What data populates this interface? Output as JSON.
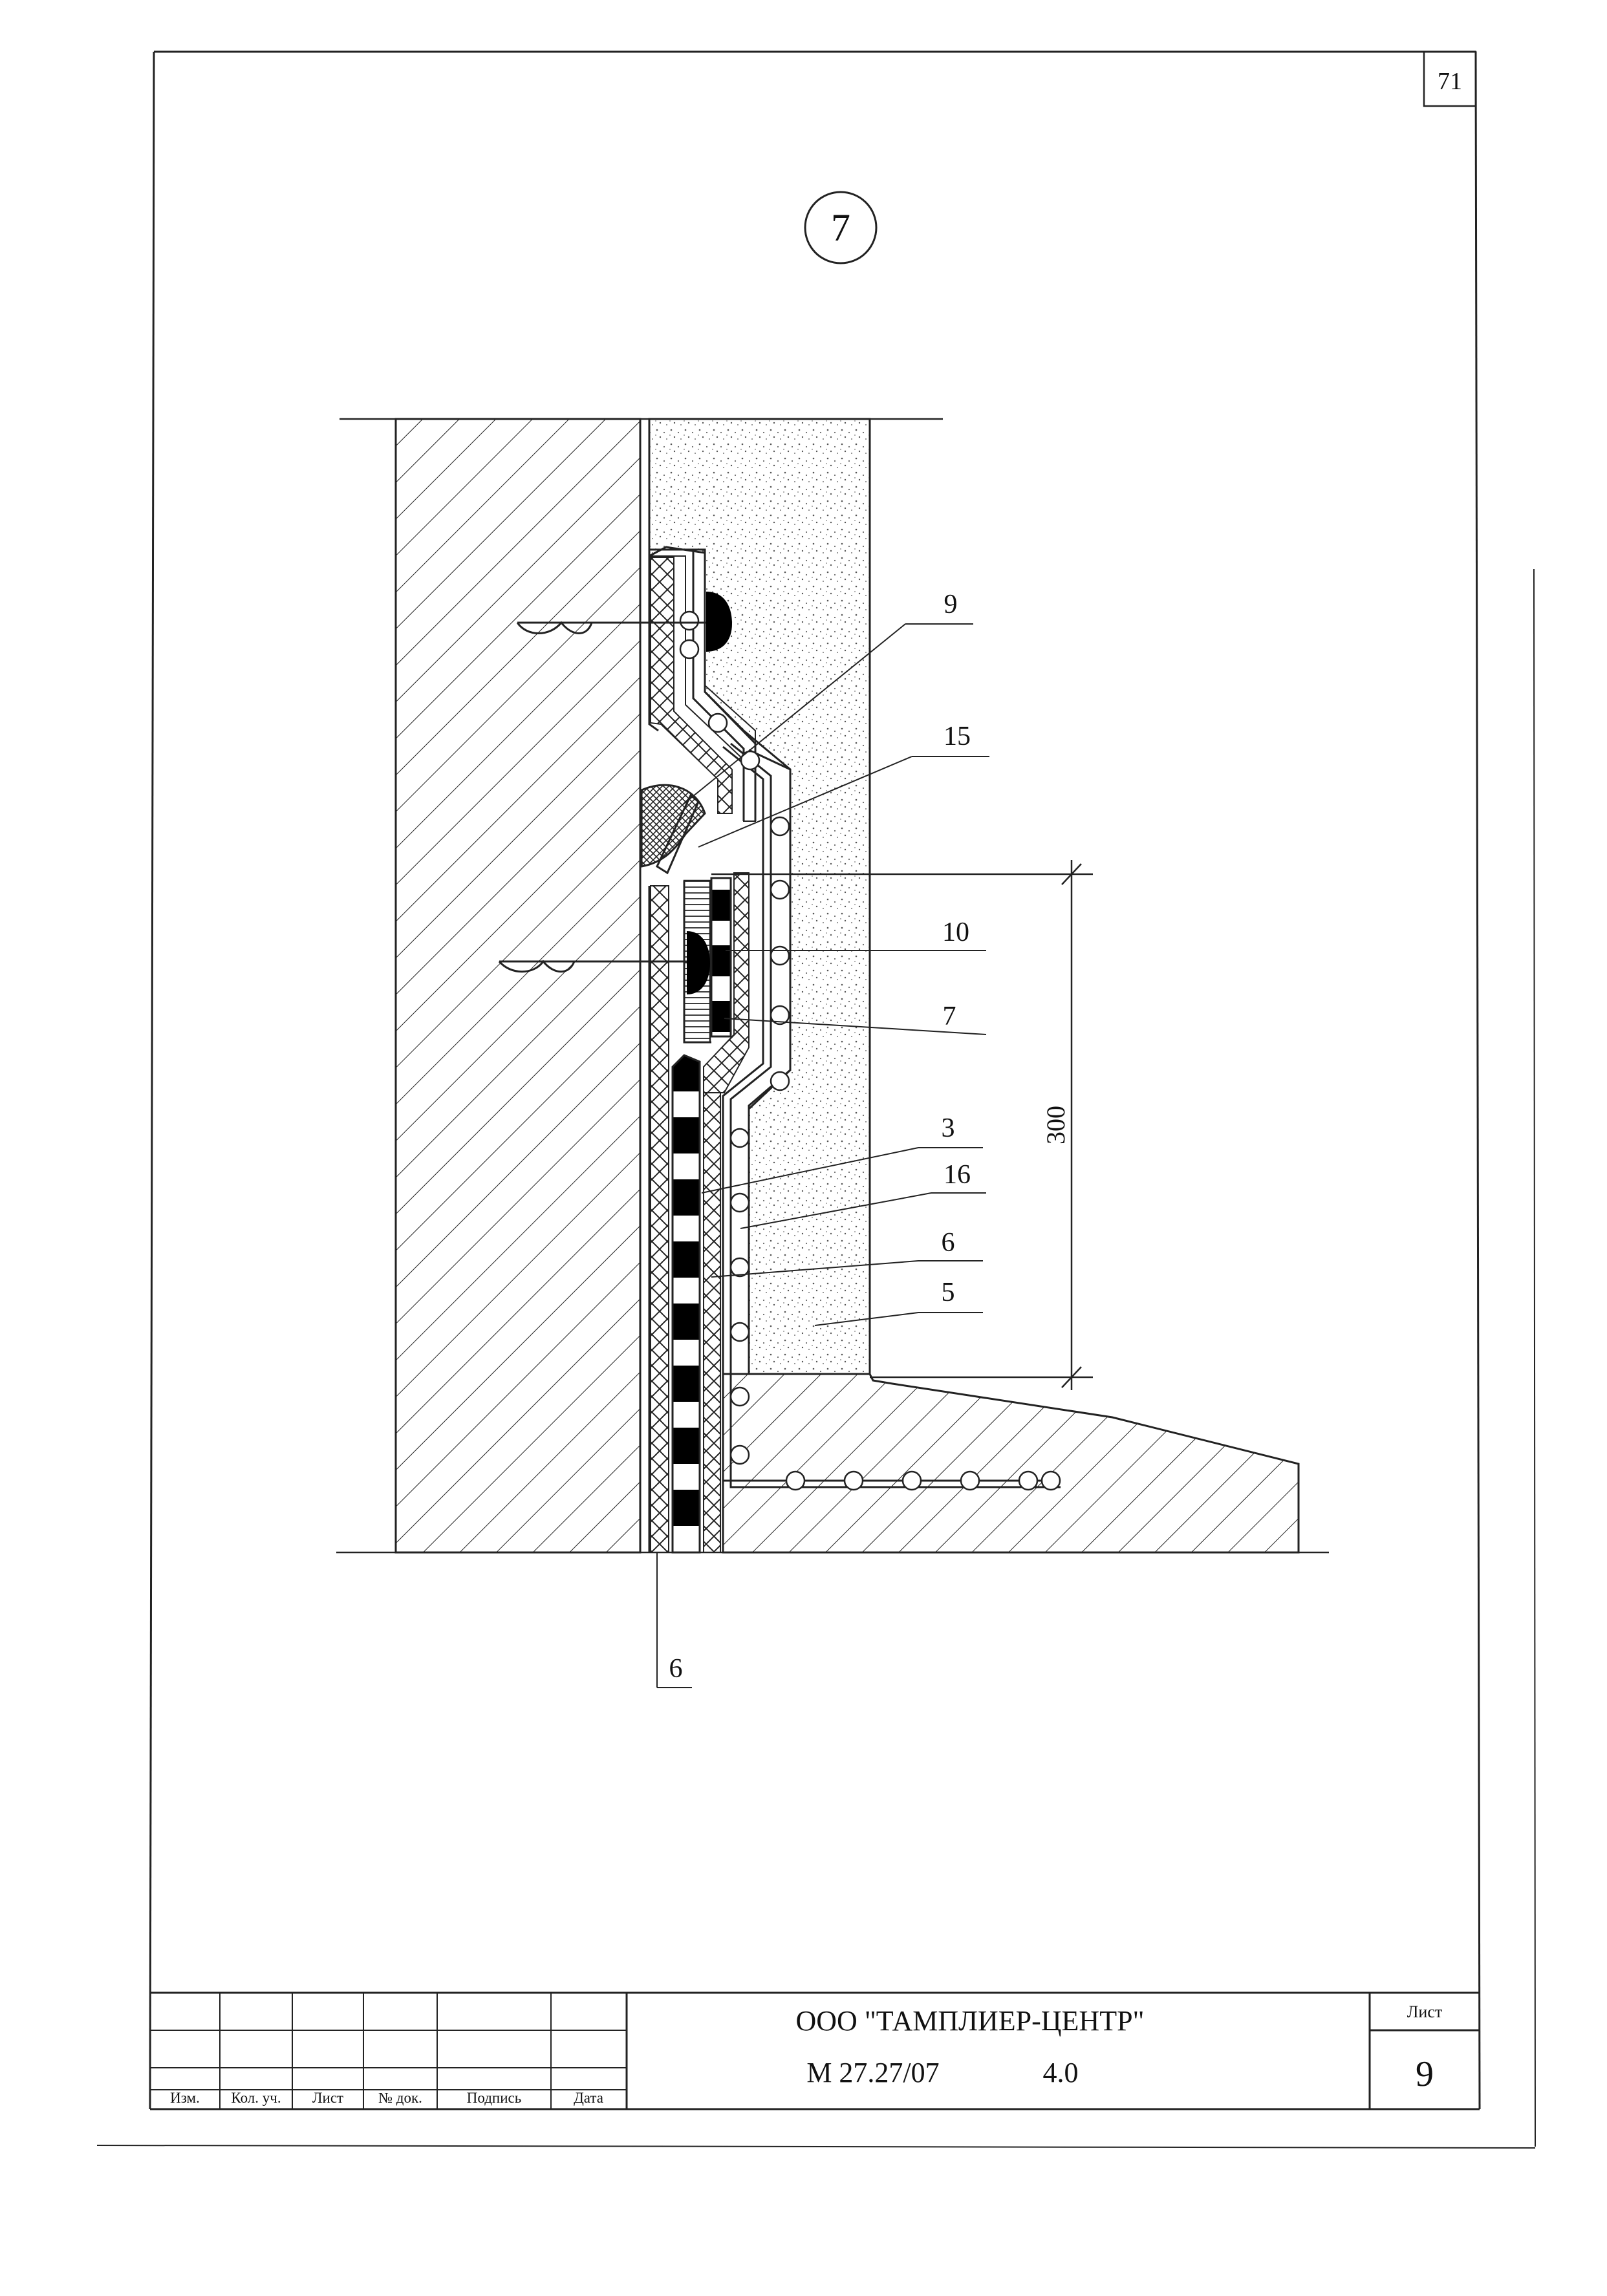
{
  "page": {
    "corner_number": "71",
    "detail_number": "7"
  },
  "callouts": {
    "c9": "9",
    "c15": "15",
    "c10": "10",
    "c7": "7",
    "c3": "3",
    "c16": "16",
    "c6a": "6",
    "c5": "5",
    "c6b": "6"
  },
  "dimension": {
    "value": "300"
  },
  "title_block": {
    "headers": [
      "Изм.",
      "Кол. уч.",
      "Лист",
      "№ док.",
      "Подпись",
      "Дата"
    ],
    "organization": "ООО \"ТАМПЛИЕР-ЦЕНТР\"",
    "document_code": "М 27.27/07",
    "revision": "4.0",
    "sheet_label": "Лист",
    "sheet_number": "9"
  }
}
